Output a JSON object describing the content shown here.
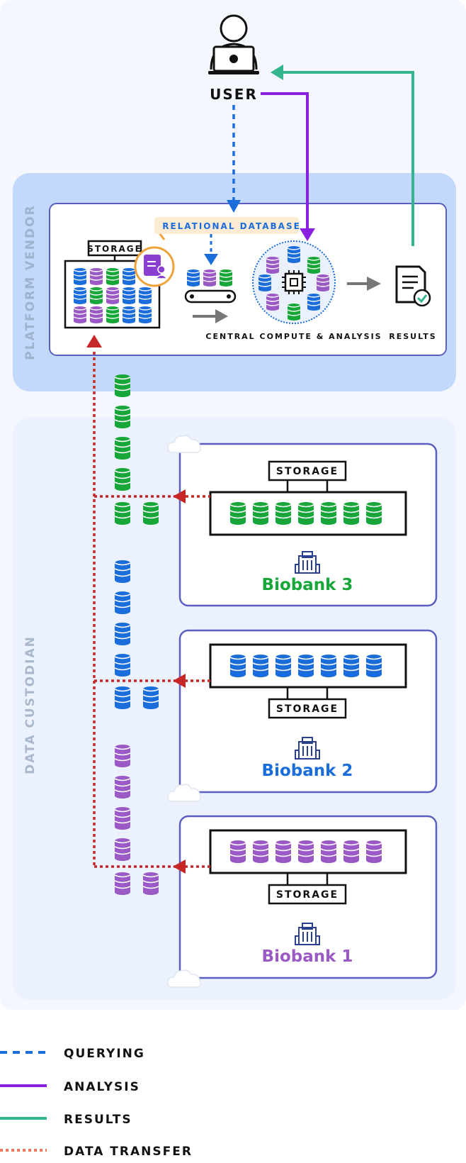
{
  "user": {
    "label": "USER"
  },
  "platform": {
    "side_label": "PLATFORM VENDOR",
    "storage_label": "STORAGE",
    "relational_db_label": "RELATIONAL DATABASE",
    "compute_label": "CENTRAL COMPUTE & ANALYSIS",
    "results_label": "RESULTS"
  },
  "custodian": {
    "side_label": "DATA CUSTODIAN",
    "biobanks": [
      {
        "name": "Biobank 3",
        "storage_label": "STORAGE",
        "color": "#17a738"
      },
      {
        "name": "Biobank 2",
        "storage_label": "STORAGE",
        "color": "#1a6ddb"
      },
      {
        "name": "Biobank 1",
        "storage_label": "STORAGE",
        "color": "#9b59c6"
      }
    ]
  },
  "legend": [
    {
      "label": "QUERYING",
      "color": "#1a6ddb",
      "style": "dashed"
    },
    {
      "label": "ANALYSIS",
      "color": "#8a1fe0",
      "style": "solid"
    },
    {
      "label": "RESULTS",
      "color": "#35b58f",
      "style": "solid"
    },
    {
      "label": "DATA TRANSFER",
      "color": "#f07b5a",
      "style": "dotted"
    }
  ],
  "colors": {
    "green": "#17a738",
    "blue": "#1a6ddb",
    "purple": "#9b59c6",
    "transfer_red": "#c62828",
    "query_blue": "#1a6ddb",
    "analysis_purple": "#8a1fe0",
    "results_teal": "#35b58f",
    "doc_badge": "#8a3fd1"
  }
}
